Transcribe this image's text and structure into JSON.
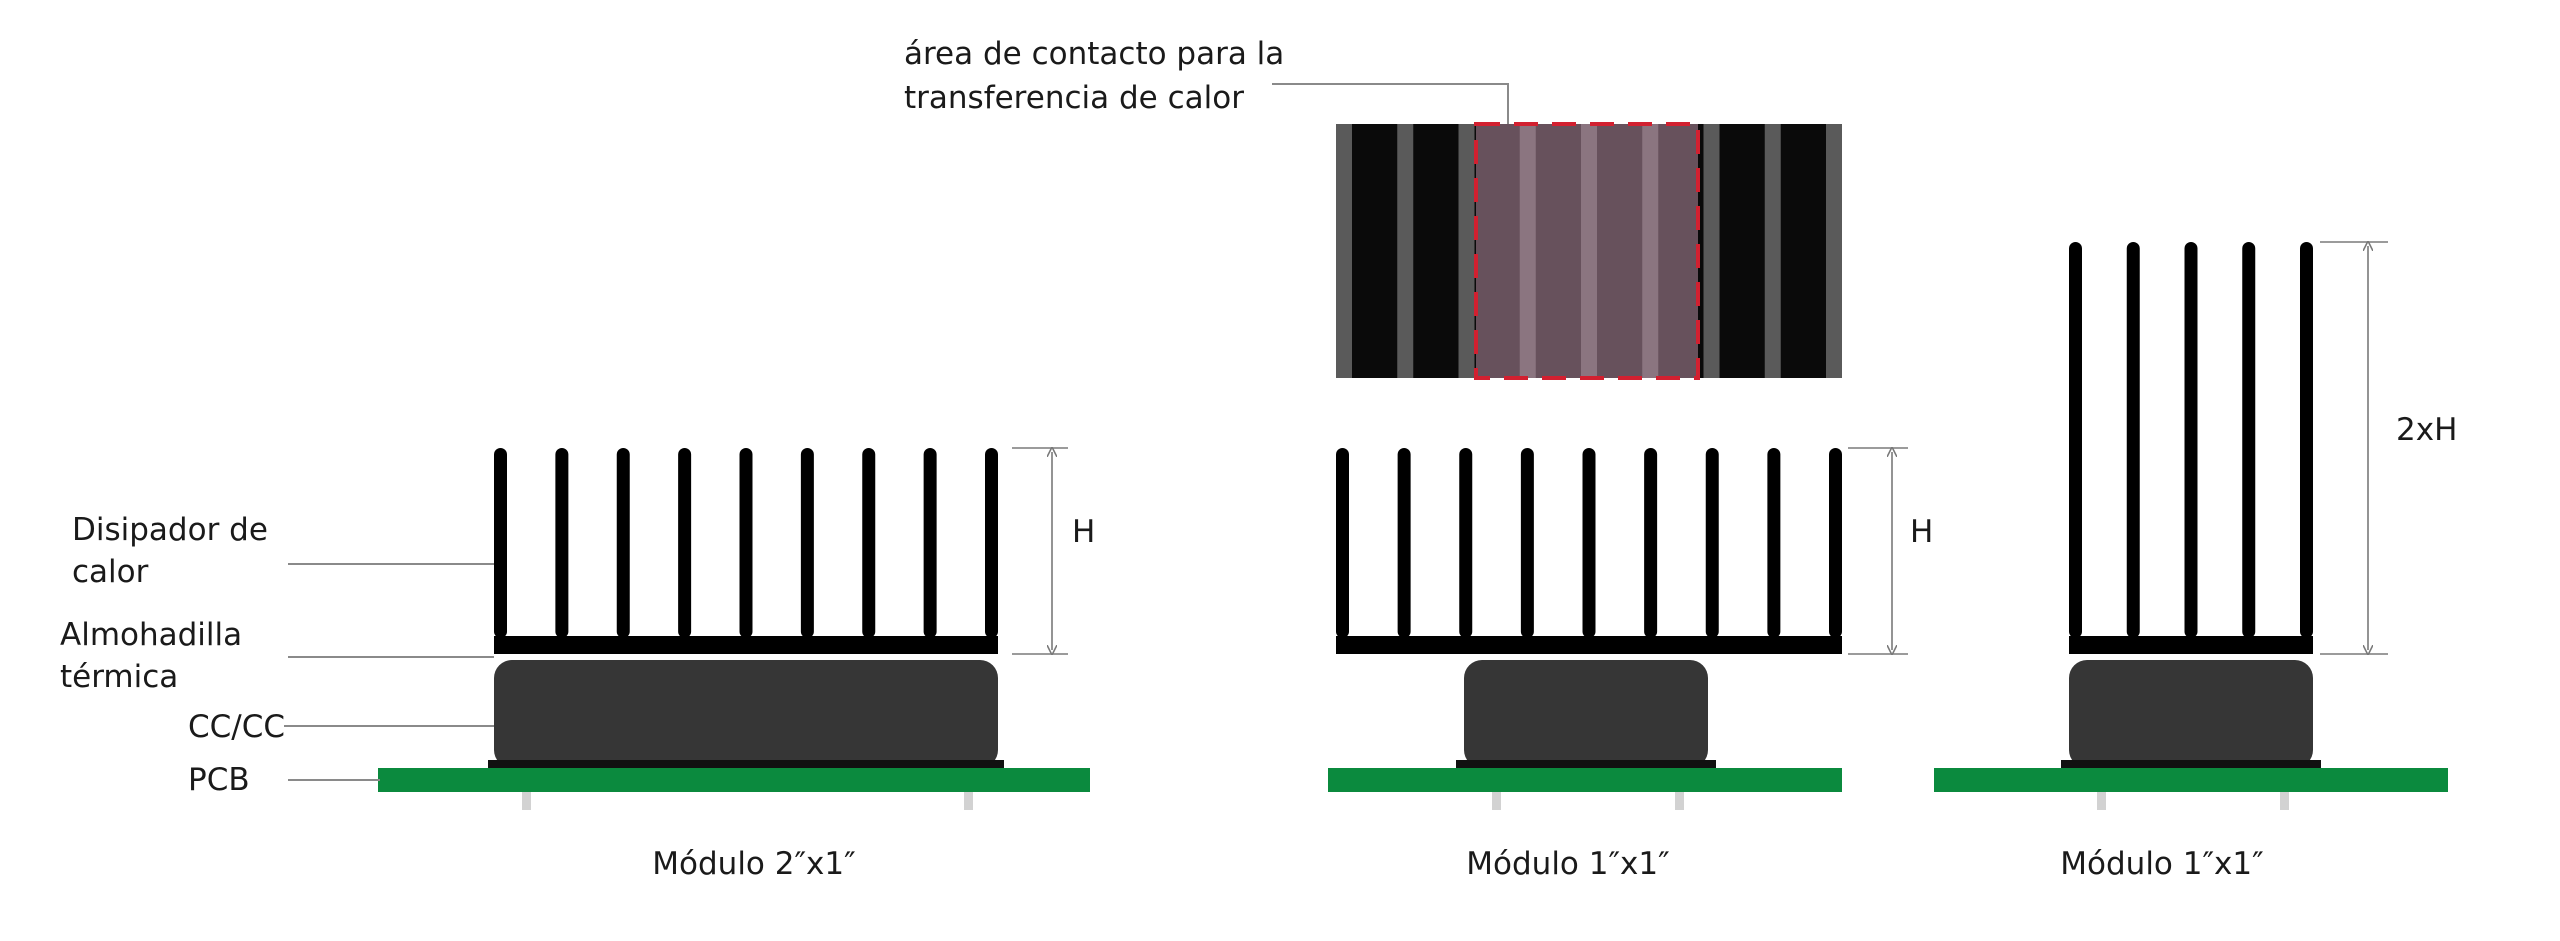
{
  "labels": {
    "heatsink_line1": "Disipador de",
    "heatsink_line2": "calor",
    "pad_line1": "Almohadilla",
    "pad_line2": "térmica",
    "dcdc": "CC/CC",
    "pcb": "PCB",
    "contact_line1": "área de contacto para la",
    "contact_line2": "transferencia de calor",
    "height_h_left": "H",
    "height_h_middle": "H",
    "height_2xh": "2xH",
    "module_left": "Módulo 2″x1″",
    "module_middle": "Módulo 1″x1″",
    "module_right": "Módulo 1″x1″"
  },
  "colors": {
    "pcb_green": "#0b8a3e",
    "module_body": "#363636",
    "heatsink": "#000000",
    "pin": "#d2d2d2",
    "top_view_dark": "#0a0a0a",
    "top_view_gray": "#5a5a5a",
    "contact_overlay": "#b48ca0",
    "contact_border": "#d22030"
  },
  "icons": {
    "heatsink": "heatsink-icon",
    "module": "dcdc-module-icon",
    "pcb": "pcb-board-icon",
    "arrow": "dimension-arrow-icon"
  }
}
